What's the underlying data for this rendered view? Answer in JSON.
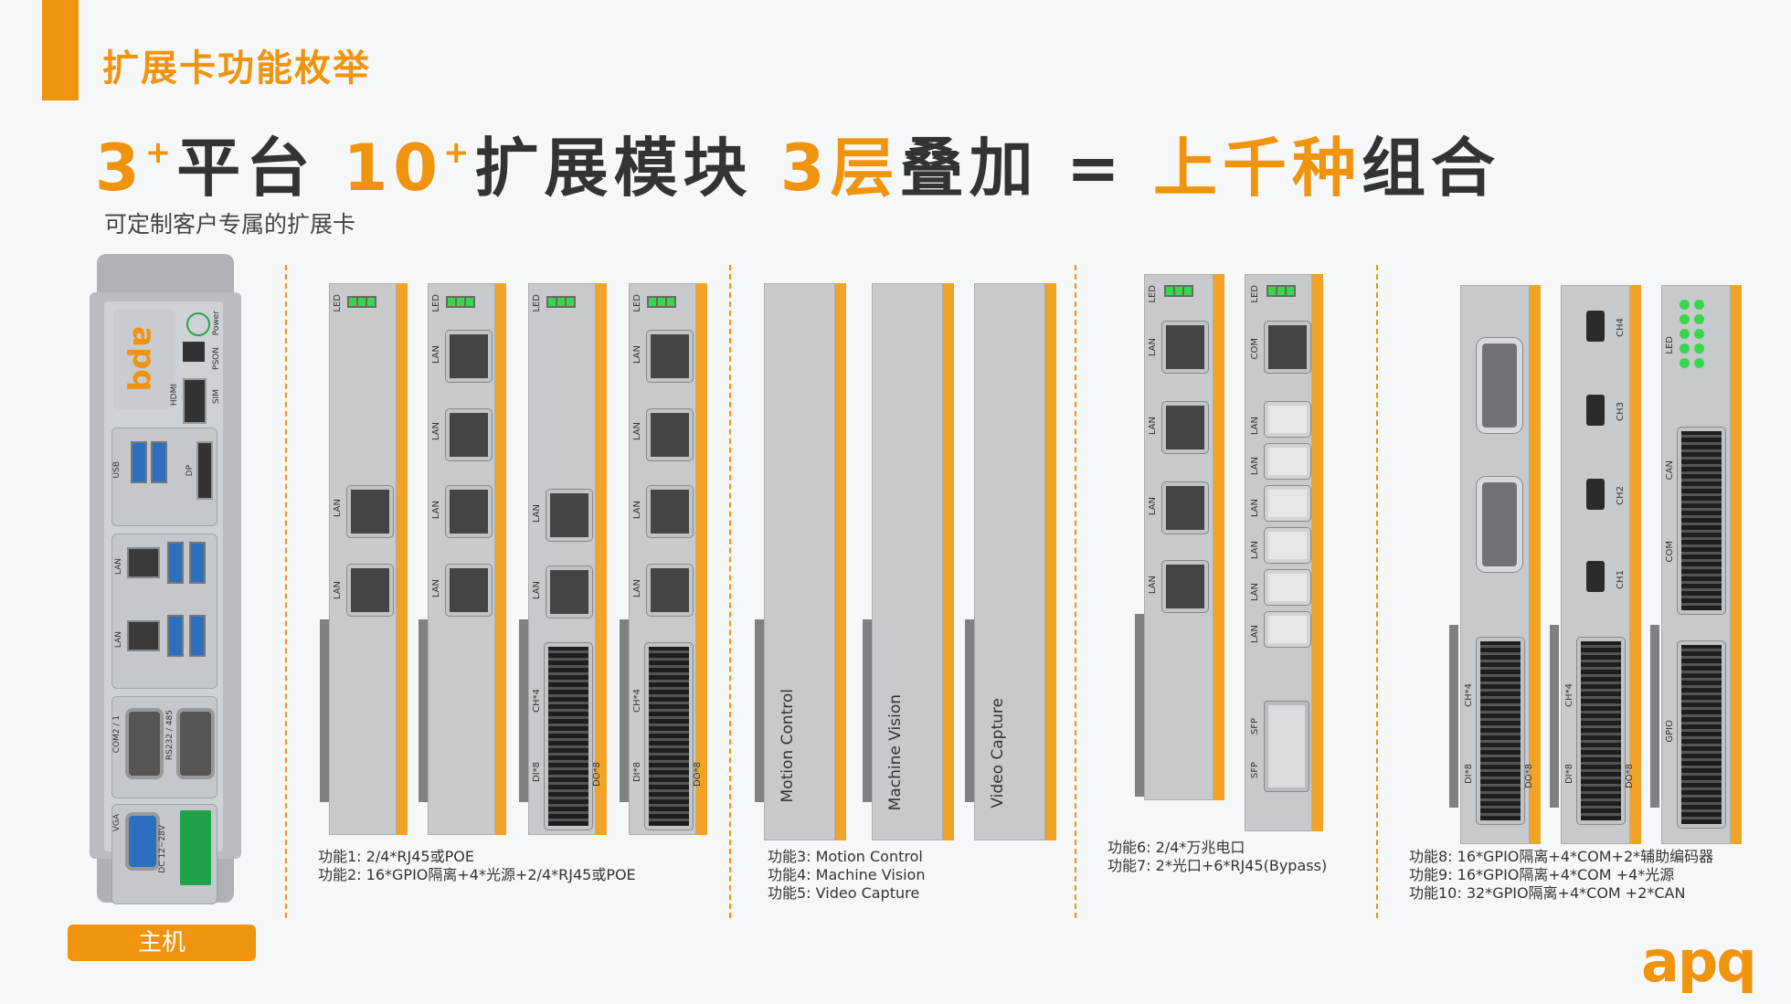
{
  "header": {
    "section_title": "扩展卡功能枚举",
    "headline": {
      "part1_num": "3",
      "part1_plus": "+",
      "part1_text": "平台",
      "part2_num": "10",
      "part2_plus": "+",
      "part2_text": "扩展模块",
      "part3_num": "3层",
      "part3_text": "叠加",
      "equals": "=",
      "part4_orange": "上千种",
      "part4_text": "组合"
    },
    "subtitle": "可定制客户专属的扩展卡"
  },
  "host": {
    "label": "主机",
    "ports": {
      "power": "Power",
      "pson": "PSON",
      "sim": "SIM",
      "hdmi": "HDMI",
      "usb": "USB",
      "dp": "DP",
      "lan": "LAN",
      "com": "COM2 / 1",
      "rs": "RS232 / 485",
      "vga": "VGA",
      "dc": "DC 12~28V"
    }
  },
  "groups": [
    {
      "captions": [
        "功能1:  2/4*RJ45或POE",
        "功能2:  16*GPIO隔离+4*光源+2/4*RJ45或POE"
      ]
    },
    {
      "captions": [
        "功能3:  Motion Control",
        "功能4:  Machine Vision",
        "功能5:   Video Capture"
      ],
      "card_labels": [
        "Motion Control",
        "Machine Vision",
        "Video Capture"
      ]
    },
    {
      "captions": [
        "功能6:  2/4*万兆电口",
        "功能7:  2*光口+6*RJ45(Bypass)"
      ]
    },
    {
      "captions": [
        "功能8:  16*GPIO隔离+4*COM+2*辅助编码器",
        "功能9:  16*GPIO隔离+4*COM +4*光源",
        "功能10:   32*GPIO隔离+4*COM +2*CAN"
      ]
    }
  ],
  "card_text": {
    "led": "LED",
    "lan": "LAN",
    "com": "COM",
    "sfp": "SFP",
    "ch4": "CH*4",
    "di8": "DI*8",
    "do8": "DO*8",
    "ch_labels": [
      "CH4",
      "CH3",
      "CH2",
      "CH1"
    ],
    "can": "CAN",
    "gpio": "GPIO"
  },
  "brand": "apq",
  "colors": {
    "accent": "#f0930d",
    "led_green": "#37d64b",
    "text_dark": "#333333"
  }
}
